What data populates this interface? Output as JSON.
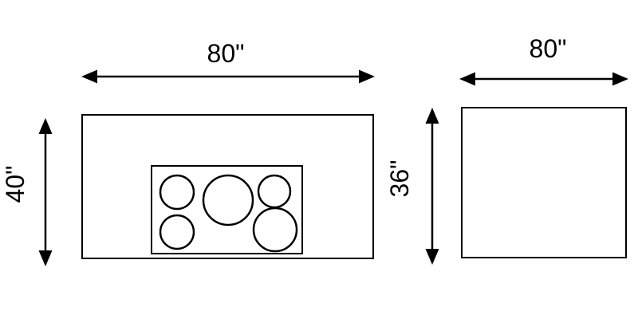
{
  "title": "Furniture dimension diagram",
  "colors": {
    "line": "#000000",
    "background": "#ffffff"
  },
  "left_figure": {
    "view": "top-view",
    "width_label": "80\"",
    "height_label": "40\"",
    "cooktop": {
      "burner_count": 5,
      "burners": [
        "small-top-left",
        "large-center",
        "small-top-right",
        "small-bottom-left",
        "medium-bottom-right"
      ]
    }
  },
  "right_figure": {
    "view": "front-view",
    "width_label": "80\"",
    "height_label": "36\""
  }
}
